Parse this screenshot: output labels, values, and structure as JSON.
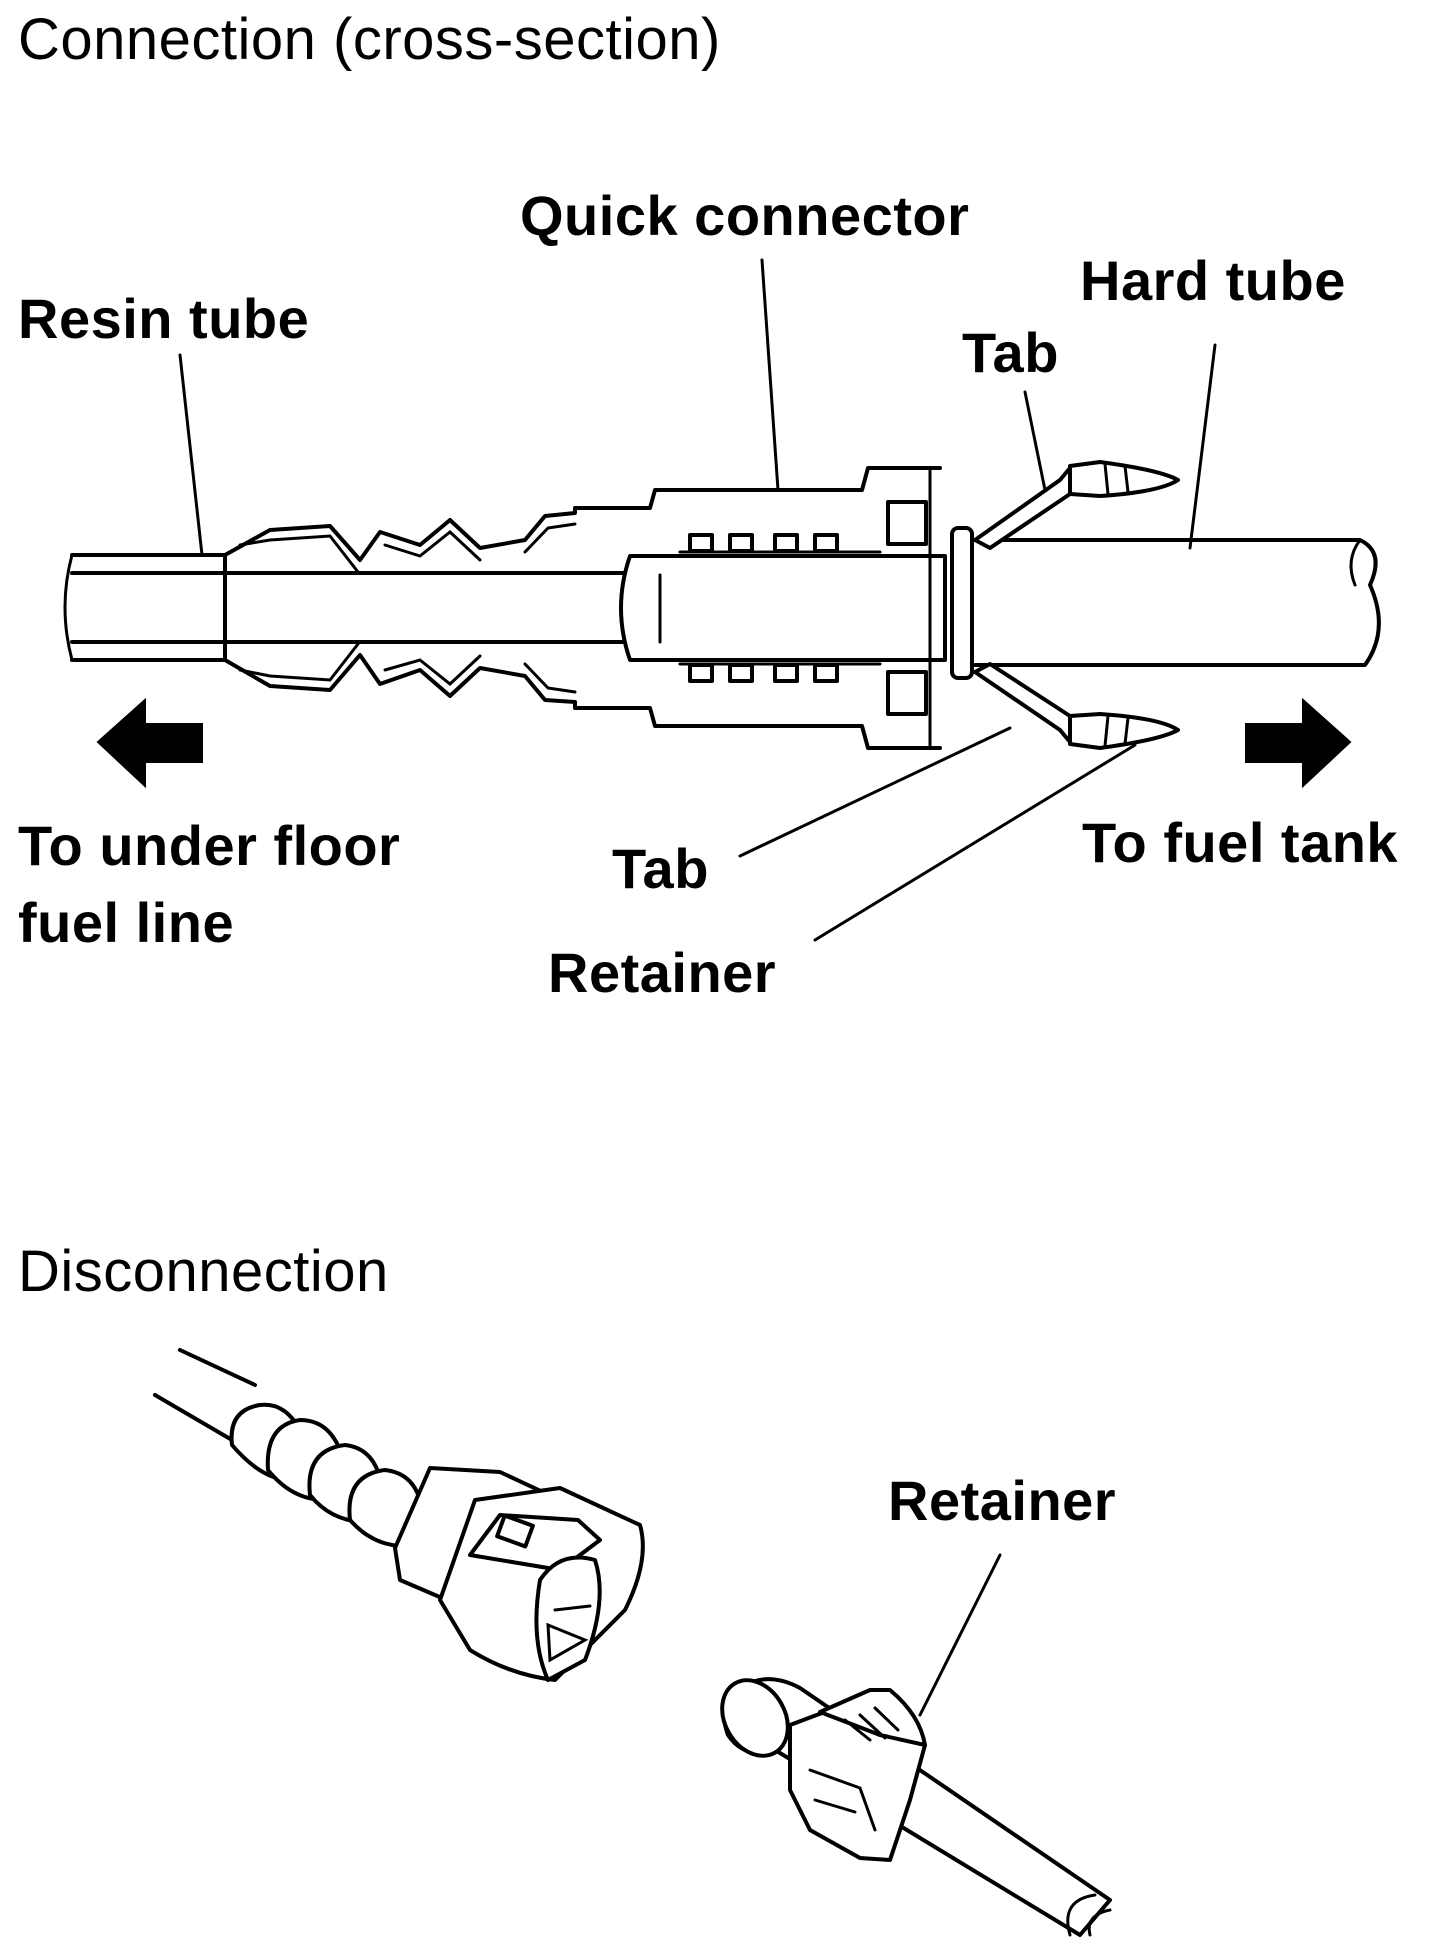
{
  "sections": {
    "connection_title": "Connection (cross-section)",
    "disconnection_title": "Disconnection"
  },
  "labels": {
    "quick_connector": "Quick connector",
    "hard_tube": "Hard tube",
    "resin_tube": "Resin tube",
    "tab_top": "Tab",
    "tab_bottom": "Tab",
    "retainer_top": "Retainer",
    "retainer_bottom": "Retainer",
    "to_under_floor_line1": "To under floor",
    "to_under_floor_line2": "fuel line",
    "to_fuel_tank": "To fuel tank"
  },
  "colors": {
    "ink": "#000000",
    "paper": "#ffffff"
  },
  "icons": [
    "arrow-left-icon",
    "arrow-right-icon"
  ]
}
